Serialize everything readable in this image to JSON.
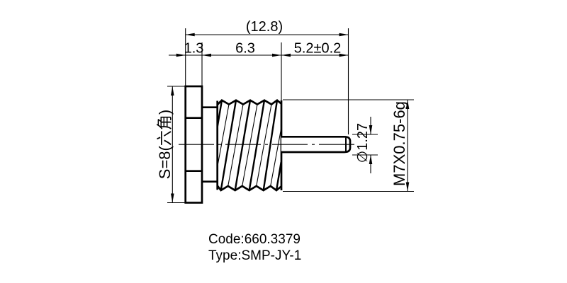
{
  "page": {
    "background": "#ffffff",
    "line_color": "#000000"
  },
  "annotations": {
    "overall_length": "(12.8)",
    "flange_width": "1.3",
    "thread_length": "6.3",
    "pin_length": "5.2±0.2",
    "hex_size": "S=8(六角)",
    "pin_diameter": "∅1.27",
    "thread_spec": "M7X0.75-6g"
  },
  "footer": {
    "code": "Code:660.3379",
    "type": "Type:SMP-JY-1"
  }
}
